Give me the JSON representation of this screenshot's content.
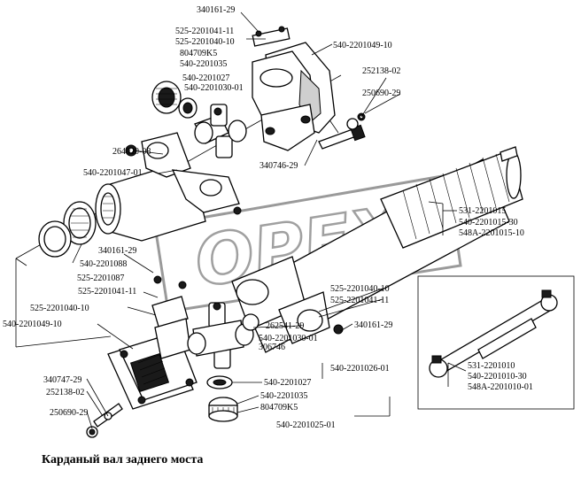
{
  "caption": "Карданый вал заднего моста",
  "watermark": "OPEX",
  "labels": {
    "l01": "340161-29",
    "l02": "525-2201041-11",
    "l03": "525-2201040-10",
    "l04": "804709K5",
    "l05": "540-2201035",
    "l06": "540-2201027",
    "l07": "540-2201030-01",
    "l08": "540-2201049-10",
    "l09": "252138-02",
    "l10": "250690-29",
    "l11": "264020-08",
    "l12": "540-2201047-01",
    "l13": "340746-29",
    "l14": "531-2201015",
    "l15": "540-2201015-30",
    "l16": "548A-2201015-10",
    "l17": "340161-29",
    "l18": "540-2201088",
    "l19": "525-2201087",
    "l20": "525-2201041-11",
    "l21": "525-2201040-10",
    "l22": "540-2201049-10",
    "l23": "525-2201040-10",
    "l24": "525-2201041-11",
    "l25": "340161-29",
    "l26": "262541-29",
    "l27": "540-2201030-01",
    "l28": "306746",
    "l29": "540-2201027",
    "l30": "540-2201026-01",
    "l31": "340747-29",
    "l32": "252138-02",
    "l33": "250690-29",
    "l34": "540-2201035",
    "l35": "804709K5",
    "l36": "540-2201025-01",
    "l37": "531-2201010",
    "l38": "540-2201010-30",
    "l39": "548A-2201010-01"
  }
}
